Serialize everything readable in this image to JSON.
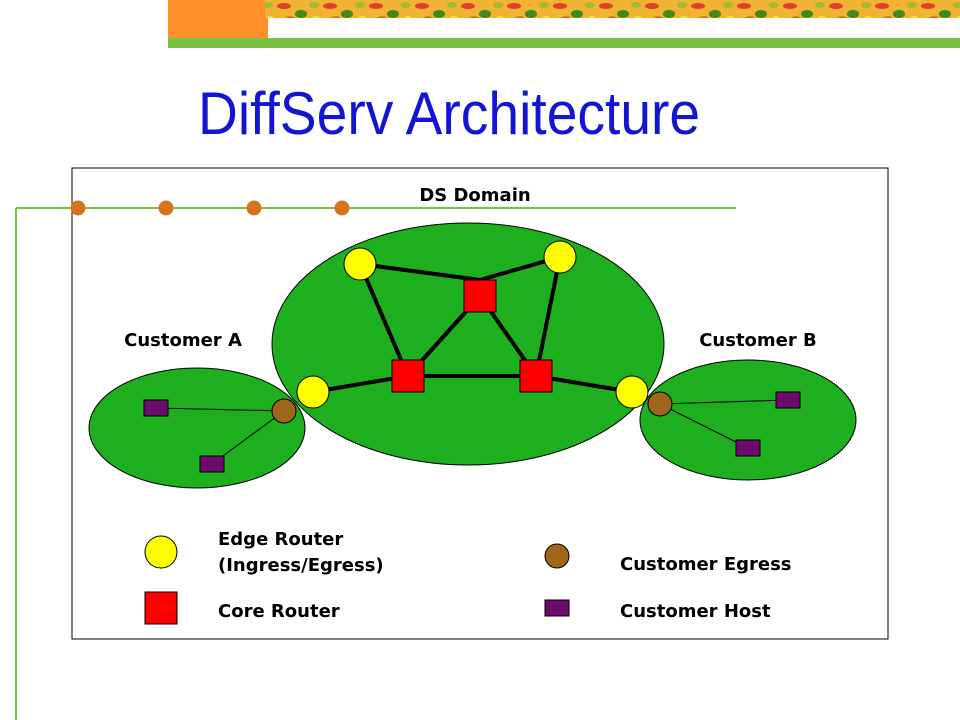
{
  "slide": {
    "title": "DiffServ Architecture"
  },
  "colors": {
    "title": "#1414d4",
    "accent_orange": "#ff8f2a",
    "accent_green": "#7ac142",
    "bullet_orange": "#d9721c",
    "domain_fill": "#1eaf1e",
    "edge_router": "#ffff00",
    "core_router": "#ff0000",
    "customer_egress": "#a0661a",
    "customer_host": "#6b0b6b"
  },
  "diagram": {
    "ds_domain_label": "DS Domain",
    "customer_a_label": "Customer A",
    "customer_b_label": "Customer B"
  },
  "legend": {
    "edge_router_line1": "Edge Router",
    "edge_router_line2": "(Ingress/Egress)",
    "core_router": "Core Router",
    "customer_egress": "Customer Egress",
    "customer_host": "Customer Host"
  }
}
